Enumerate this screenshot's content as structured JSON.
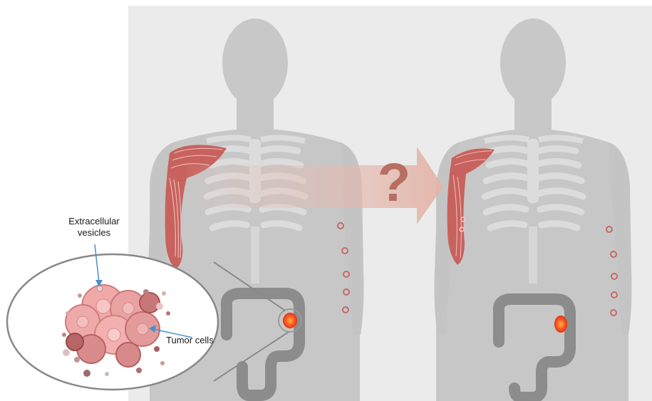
{
  "labels": {
    "extracellular_vesicles_line1": "Extracellular",
    "extracellular_vesicles_line2": "vesicles",
    "tumor_cells": "Tumor cells",
    "question_mark": "?"
  },
  "colors": {
    "background_panel": "#ebebeb",
    "body_silhouette": "#c7c7c7",
    "skeleton": "#dcdcdc",
    "colon": "#8c8c8c",
    "muscle": "#c8625e",
    "tumor": "#ff5a1f",
    "arrow": "#e6c1b7",
    "callout_line": "#4a90c8",
    "cell_pink": "#e79a9a"
  }
}
